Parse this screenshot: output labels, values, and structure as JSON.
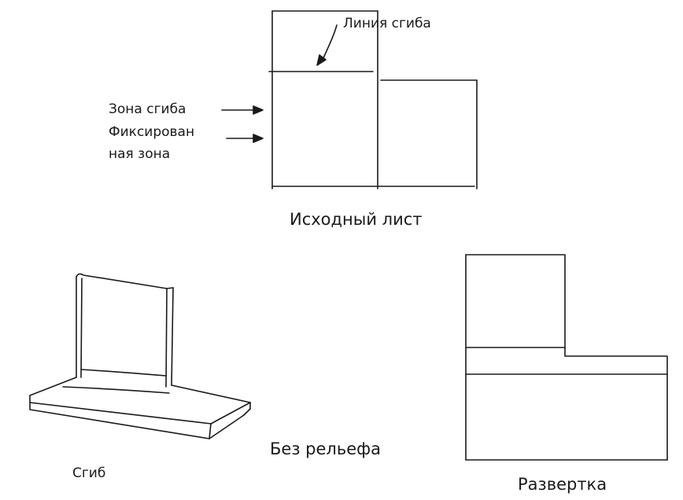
{
  "labels": {
    "bend_line": "Линия сгиба",
    "bend_zone": "Зона сгиба",
    "fixed_zone_line1": "Фиксирован",
    "fixed_zone_line2": "ная зона",
    "source_sheet": "Исходный лист",
    "bend": "Сгиб",
    "no_relief": "Без рельефа",
    "flat_pattern": "Развертка"
  },
  "colors": {
    "ink": "#1a1a1a",
    "background": "#ffffff"
  }
}
